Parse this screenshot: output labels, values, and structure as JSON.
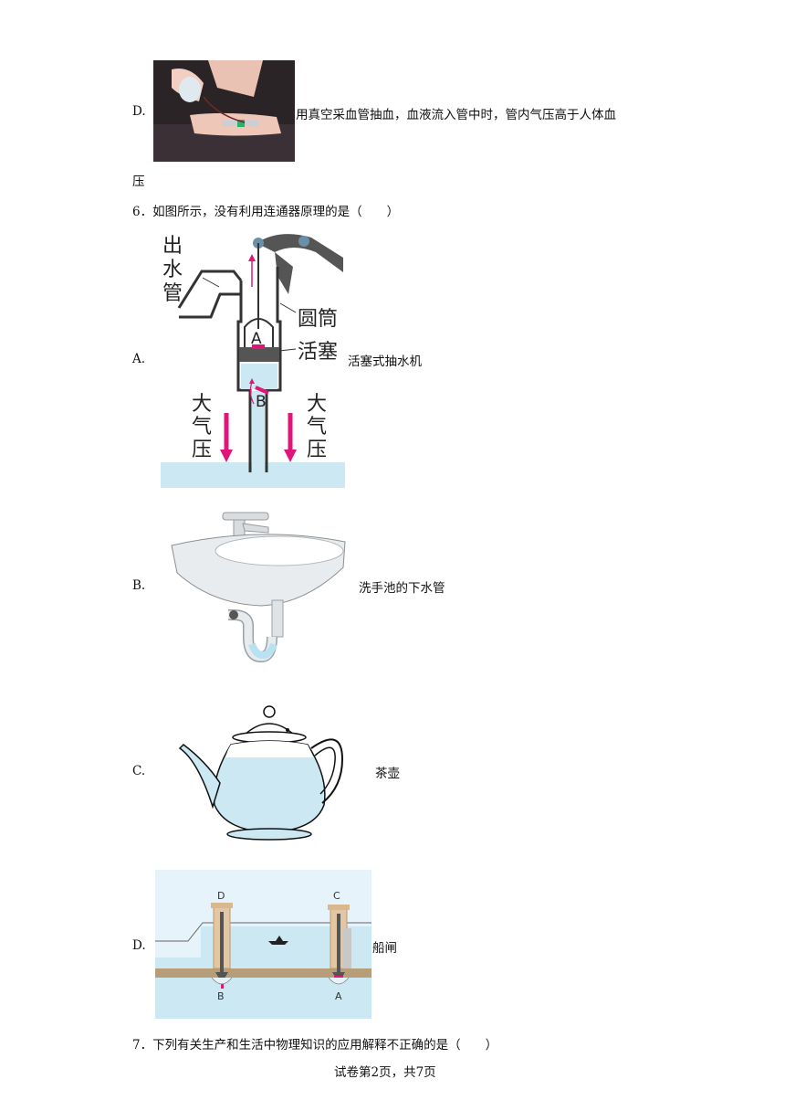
{
  "q5": {
    "option_d": {
      "letter": "D.",
      "text_line1": "用真空采血管抽血，血液流入管中时，管内气压高于人体血",
      "text_line2": "压"
    }
  },
  "q6": {
    "stem": "6．如图所示，没有利用连通器原理的是（　　）",
    "options": [
      {
        "letter": "A.",
        "caption": "活塞式抽水机",
        "figure_labels": {
          "outlet": [
            "出",
            "水",
            "管"
          ],
          "cylinder": "圆筒",
          "piston": "活塞",
          "valve_a": "A",
          "valve_b": "B",
          "atm_left": [
            "大",
            "气",
            "压"
          ],
          "atm_right": [
            "大",
            "气",
            "压"
          ]
        }
      },
      {
        "letter": "B.",
        "caption": "洗手池的下水管"
      },
      {
        "letter": "C.",
        "caption": "茶壶"
      },
      {
        "letter": "D.",
        "caption": "船闸",
        "figure_labels": {
          "gate_d": "D",
          "gate_c": "C",
          "valve_b": "B",
          "valve_a": "A"
        }
      }
    ]
  },
  "q7": {
    "stem": "7．下列有关生产和生活中物理知识的应用解释不正确的是（　　）"
  },
  "footer": {
    "page_text": "试卷第2页，共7页"
  },
  "colors": {
    "accent_magenta": "#e0157a",
    "water": "#cbe8f3"
  }
}
